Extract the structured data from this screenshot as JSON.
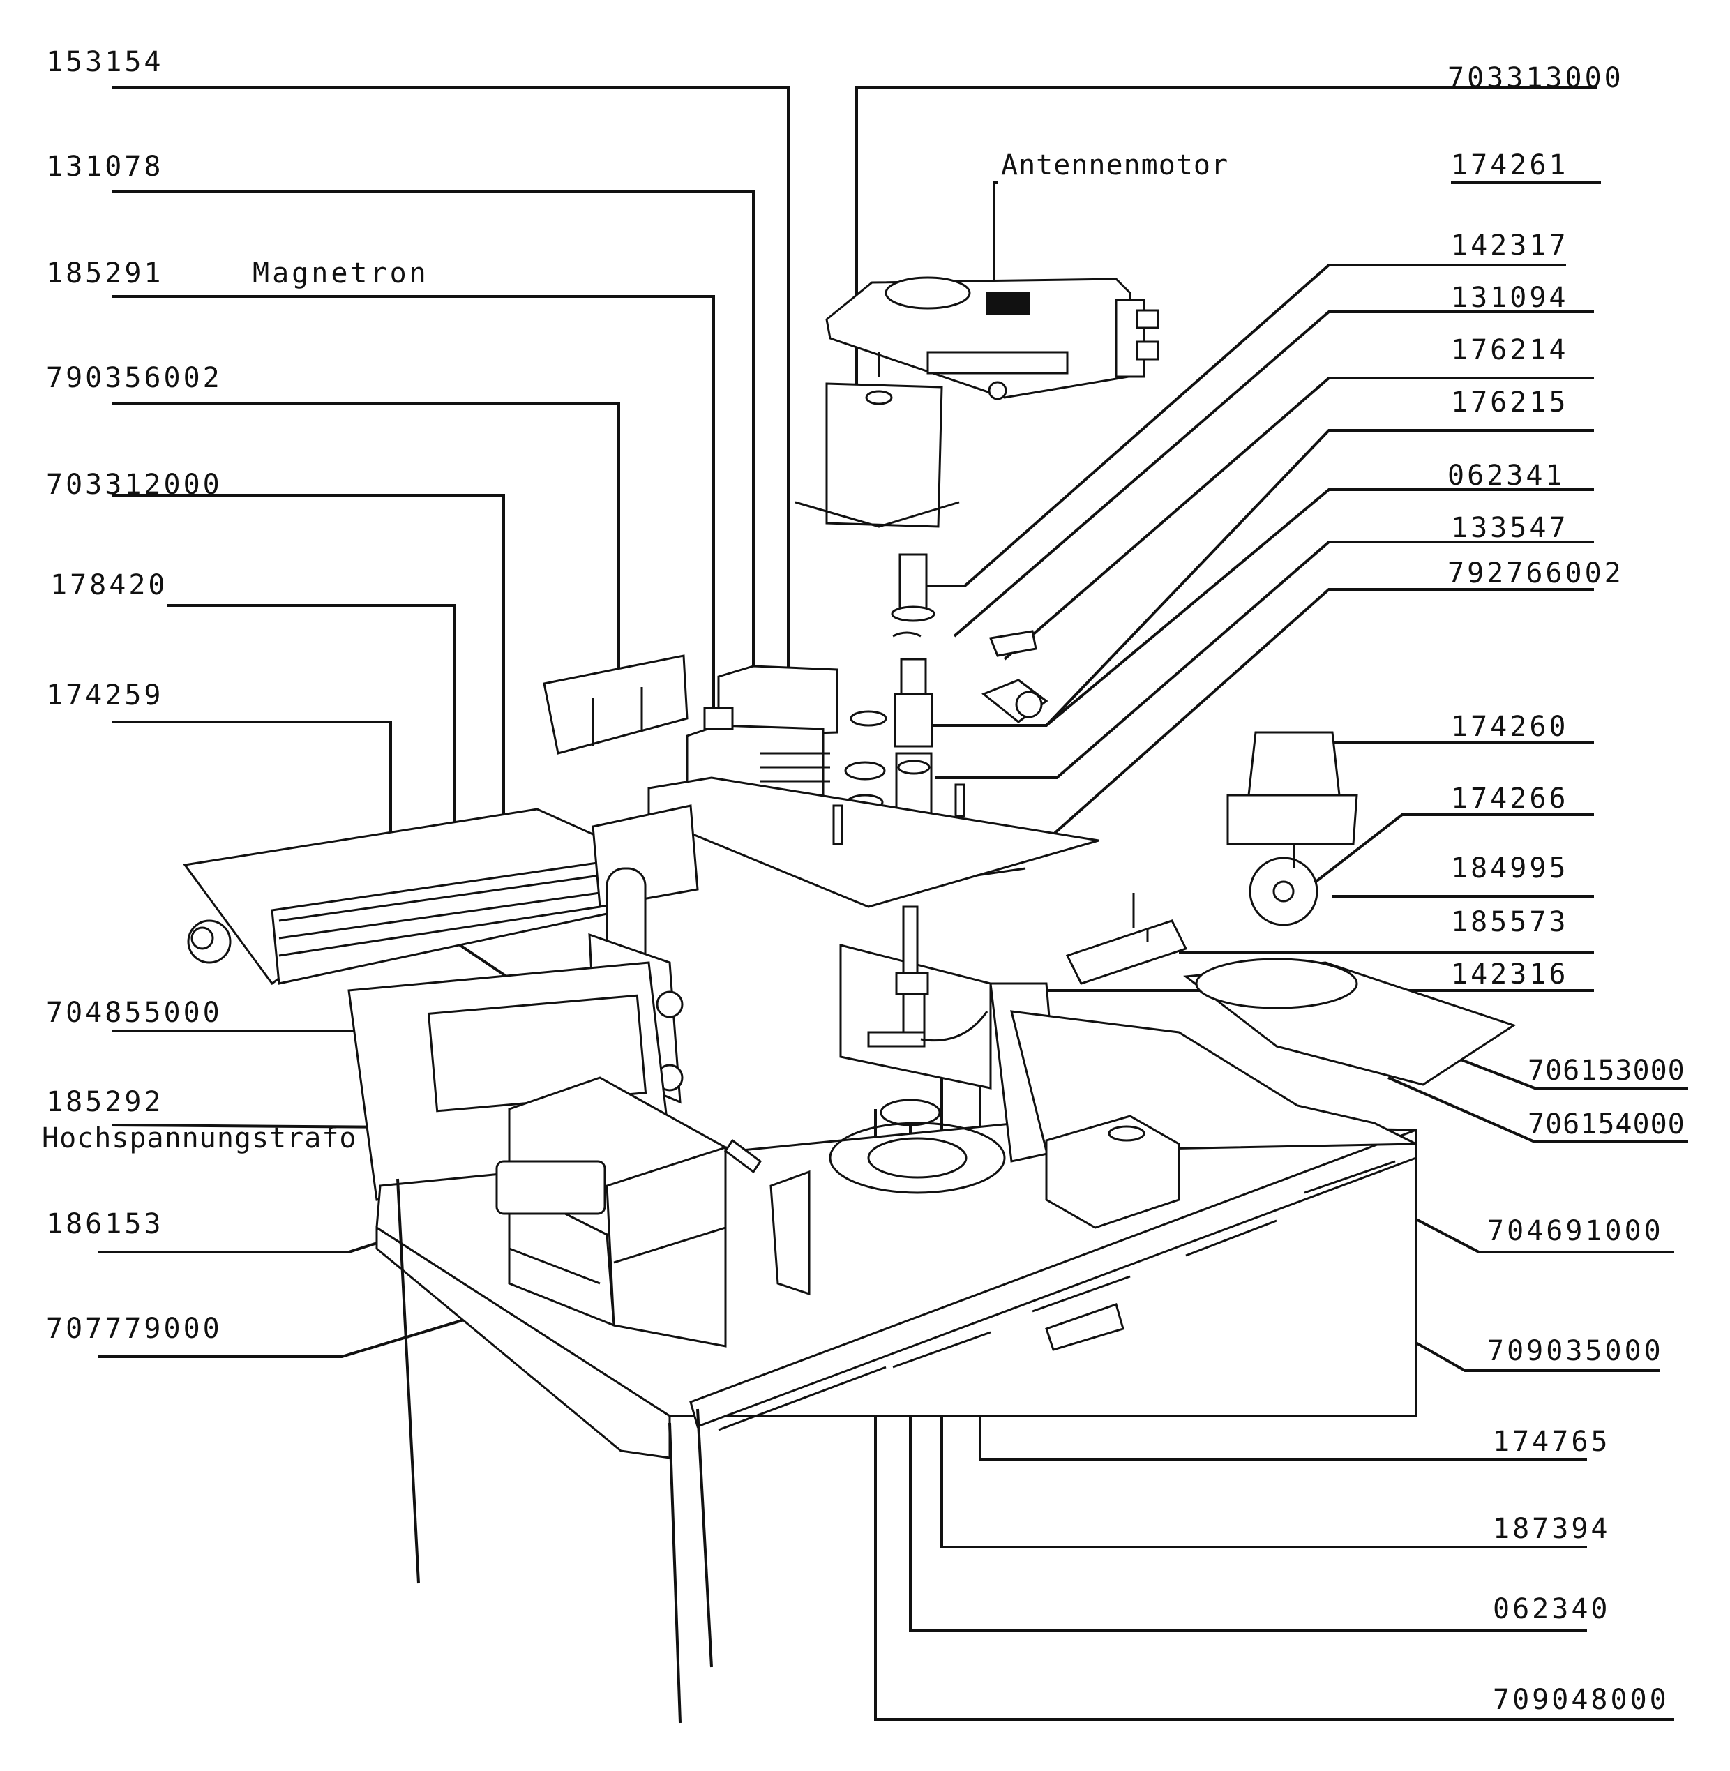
{
  "labels": {
    "l153154": "153154",
    "l131078": "131078",
    "l185291": "185291",
    "magnetron": "Magnetron",
    "l790356002": "790356002",
    "l703312000": "703312000",
    "l178420": "178420",
    "l174259": "174259",
    "l704855000": "704855000",
    "l185292": "185292",
    "hochspannungstrafo": "Hochspannungstrafo",
    "l186153": "186153",
    "l707779000": "707779000",
    "l703313000": "703313000",
    "antennenmotor": "Antennenmotor",
    "l174261": "174261",
    "l142317": "142317",
    "l131094": "131094",
    "l176214": "176214",
    "l176215": "176215",
    "l062341": "062341",
    "l133547": "133547",
    "l792766002": "792766002",
    "l174260": "174260",
    "l174266": "174266",
    "l184995": "184995",
    "l185573": "185573",
    "l142316": "142316",
    "l706153000": "706153000",
    "l706154000": "706154000",
    "l704691000": "704691000",
    "l709035000": "709035000",
    "l174765": "174765",
    "l187394": "187394",
    "l062340": "062340",
    "l709048000": "709048000"
  }
}
